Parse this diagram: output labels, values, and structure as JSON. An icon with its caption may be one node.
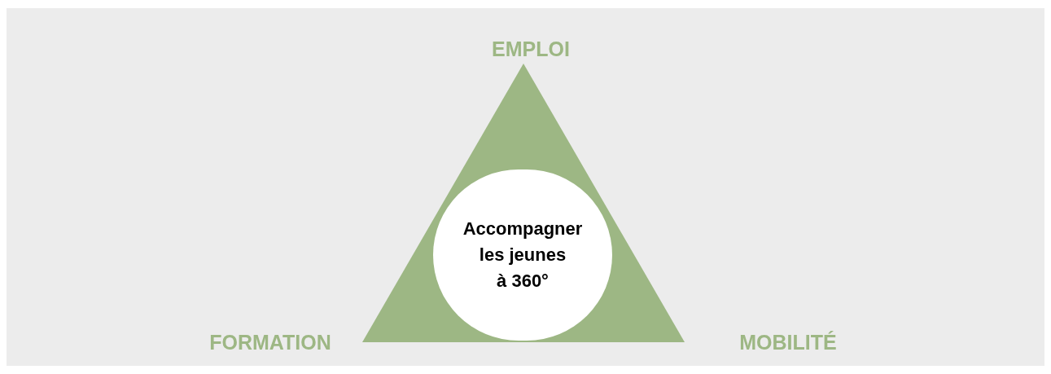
{
  "diagram": {
    "nodes": [
      {
        "text": [],
        "shape": "triangle"
      },
      {
        "text": [
          "Accompagner les jeunes à 360°"
        ],
        "in": 0
      }
    ],
    "labels": [
      "EMPLOI",
      "FORMATION",
      "MOBILITÉ"
    ]
  }
}
